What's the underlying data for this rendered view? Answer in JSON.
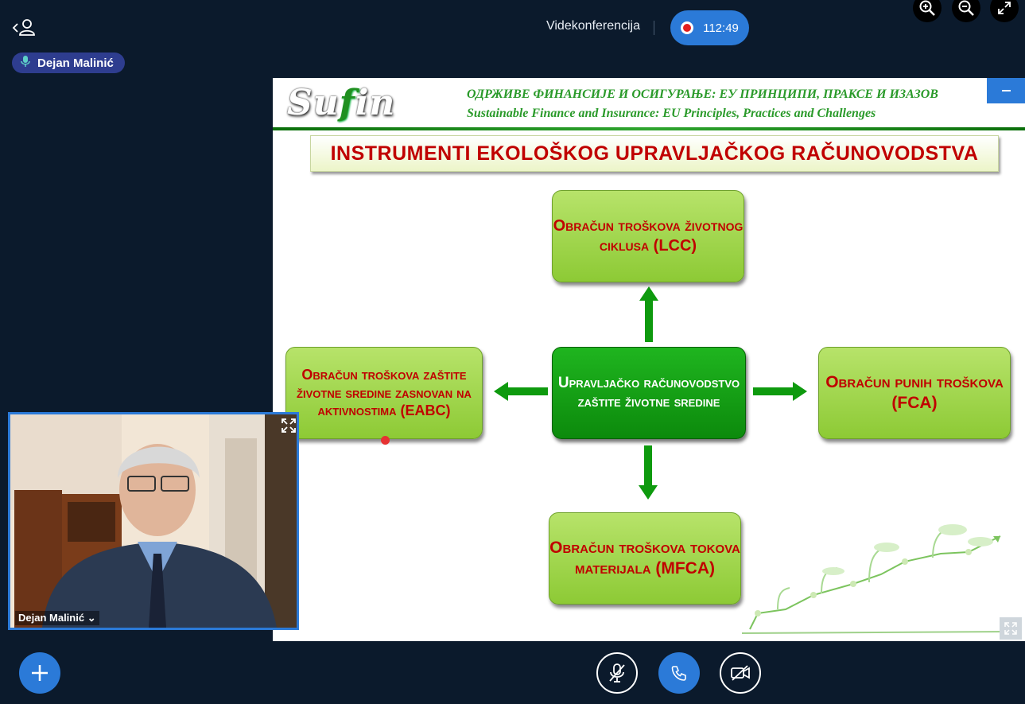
{
  "header": {
    "title": "Videkonferencija",
    "recording_time": "112:49"
  },
  "presenter": {
    "name": "Dejan Malinić"
  },
  "slide": {
    "conference_title_sr": "ОДРЖИВЕ ФИНАНСИЈЕ И ОСИГУРАЊЕ: ЕУ ПРИНЦИПИ, ПРАКСЕ И ИЗАЗОВ",
    "conference_title_en": "Sustainable Finance and Insurance: EU Principles, Practices and Challenges",
    "logo_text": "Sufin",
    "title": "INSTRUMENTI EKOLOŠKOG UPRAVLJAČKOG RAČUNOVODSTVA",
    "center": "Upravljačko računovodstvo zaštite životne sredine",
    "top": "Obračun troškova životnog ciklusa (LCC)",
    "left": "Obračun troškova zaštite životne sredine zasnovan na aktivnostima (EABC)",
    "right": "Obračun punih troškova (FCA)",
    "bottom": "Obračun troškova tokova materijala (MFCA)"
  },
  "video": {
    "name": "Dejan Malinić ⌄"
  },
  "colors": {
    "background": "#0b1a2c",
    "accent": "#2b7ad8",
    "slide_red": "#c00000",
    "slide_green": "#1fb51f",
    "slide_light_green": "#a6d651"
  },
  "icons": [
    "back-user-icon",
    "microphone-icon",
    "record-icon",
    "zoom-in-icon",
    "zoom-out-icon",
    "fullscreen-icon",
    "minimize-icon",
    "expand-icon",
    "add-icon",
    "mute-mic-icon",
    "phone-icon",
    "camera-off-icon"
  ]
}
